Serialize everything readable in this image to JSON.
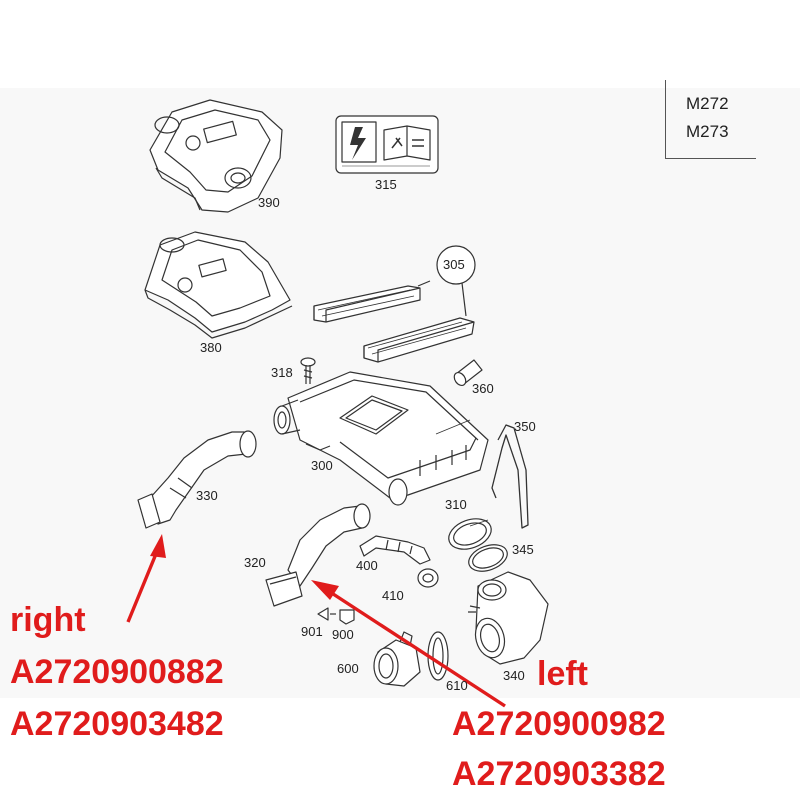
{
  "model_box": {
    "line1": "M272",
    "line2": "M273"
  },
  "parts": {
    "p390": "390",
    "p315": "315",
    "p380": "380",
    "p305": "305",
    "p318": "318",
    "p360": "360",
    "p350": "350",
    "p300": "300",
    "p330": "330",
    "p310": "310",
    "p345": "345",
    "p320": "320",
    "p400": "400",
    "p410": "410",
    "p901": "901",
    "p900": "900",
    "p600": "600",
    "p610": "610",
    "p340": "340"
  },
  "annotations": {
    "right": {
      "title": "right",
      "code1": "A2720900882",
      "code2": "A2720903482"
    },
    "left": {
      "title": "left",
      "code1": "A2720900982",
      "code2": "A2720903382"
    }
  },
  "colors": {
    "accent_red": "#e01c1c",
    "line": "#333333",
    "panel": "#f8f8f8"
  }
}
